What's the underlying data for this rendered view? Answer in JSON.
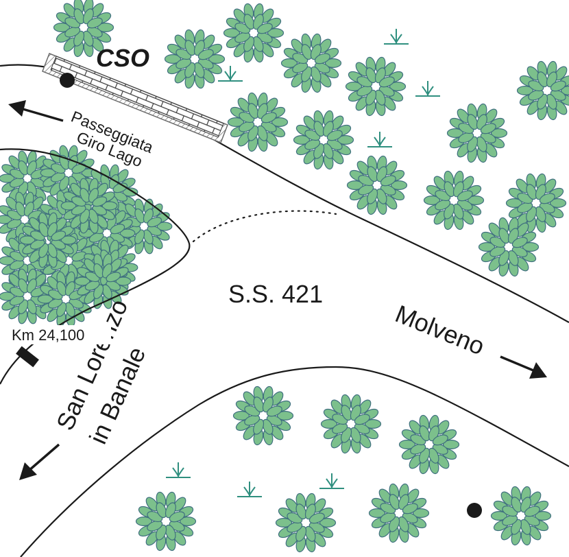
{
  "map": {
    "road_name": "S.S. 421",
    "destinations": {
      "molveno": "Molveno",
      "san_lorenzo_line1": "San Lorenzo",
      "san_lorenzo_line2": "in Banale",
      "path_line1": "Passeggiata",
      "path_line2": "Giro Lago"
    },
    "site_label": "CSO",
    "km_marker": "Km 24,100"
  },
  "colors": {
    "tree_fill": "#7cc08c",
    "tree_stroke": "#3f6f7f",
    "grass": "#2f8f7f",
    "road_line": "#1a1a1a",
    "wall_outline": "#6b6b6b",
    "dot": "#1a1a1a"
  },
  "icons": {
    "tree": "bush-tree-icon",
    "grass": "grass-tuft-icon",
    "point": "sampling-point-icon",
    "wall": "brick-wall-icon",
    "arrow": "direction-arrow-icon",
    "km": "km-marker-icon"
  }
}
